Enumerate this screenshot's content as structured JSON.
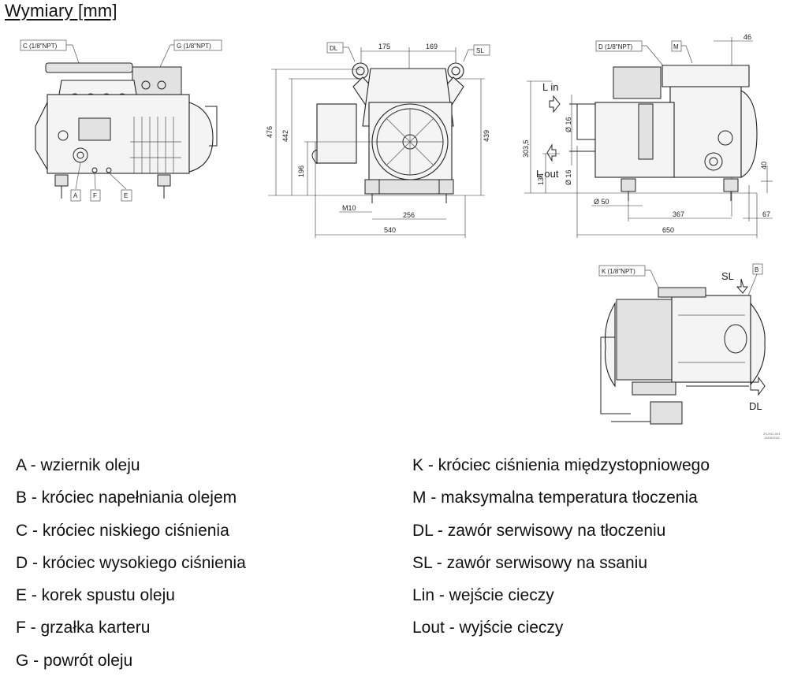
{
  "title": "Wymiary [mm]",
  "views": {
    "front": {
      "callouts": [
        "C (1/8\"NPT)",
        "G (1/8\"NPT)",
        "A",
        "F",
        "E"
      ]
    },
    "side": {
      "callouts": [
        "DL",
        "SL"
      ],
      "dimensions": {
        "top_left": "175",
        "top_right": "169",
        "height_total": "476",
        "height_valve": "442",
        "height_right": "439",
        "height_low": "196",
        "thread": "M10",
        "foot_spacing": "256",
        "width": "540"
      }
    },
    "rear": {
      "callouts": [
        "D (1/8\"NPT)",
        "M"
      ],
      "flow_labels": {
        "in": "L in",
        "out": "L out"
      },
      "dimensions": {
        "top_offset": "46",
        "height_in": "303,5",
        "height_out": "134",
        "dia_in": "Ø 16",
        "dia_out": "Ø 16",
        "foot_dia": "Ø 50",
        "foot_spacing": "367",
        "right_offset": "67",
        "width": "650",
        "foot_height": "40"
      }
    },
    "top": {
      "callouts": [
        "K (1/8\"NPT)",
        "B"
      ],
      "flow_labels": {
        "suction": "SL",
        "discharge": "DL"
      },
      "drawing_ref": [
        "2S-H41-001",
        "13/09/2021"
      ]
    }
  },
  "legend": {
    "left": [
      "A - wziernik oleju",
      "B - króciec napełniania olejem",
      "C - króciec niskiego ciśnienia",
      "D - króciec wysokiego ciśnienia",
      "E - korek spustu oleju",
      "F - grzałka karteru",
      "G - powrót oleju"
    ],
    "right": [
      "K - króciec ciśnienia międzystopniowego",
      "M - maksymalna temperatura tłoczenia",
      "DL - zawór serwisowy na tłoczeniu",
      "SL - zawór serwisowy na ssaniu",
      "Lin - wejście cieczy",
      "Lout - wyjście cieczy"
    ]
  }
}
